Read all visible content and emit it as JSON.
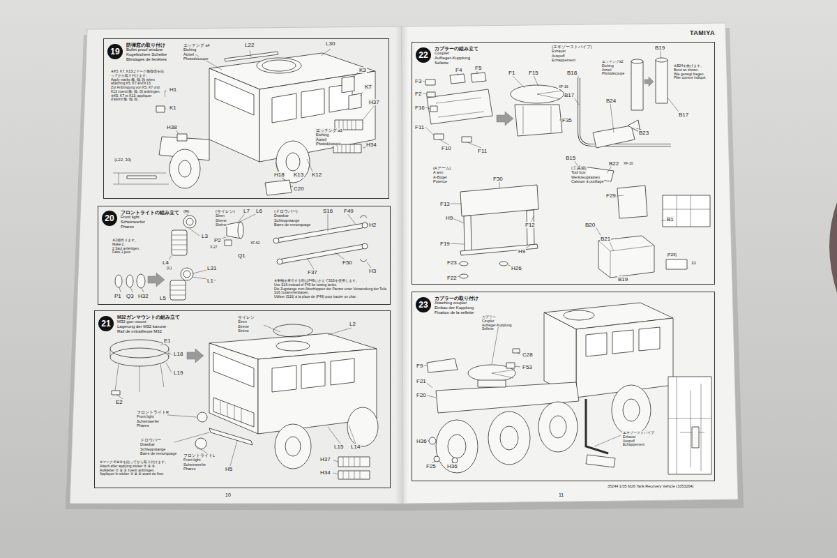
{
  "diagram": {
    "nodes": [
      {
        "text": [
          "防弾窓の取り付け",
          "Bullet proof window",
          "Kugelsichere Scheibe",
          "Blindages de fenêtres"
        ]
      },
      {
        "text": [
          "19"
        ],
        "in": 0
      },
      {
        "text": [
          "フロントライトの組み立て",
          "Front light",
          "Scheinwerfer",
          "Phares"
        ]
      },
      {
        "text": [
          "20"
        ],
        "in": 2
      },
      {
        "text": [
          "M32ガンマウントの組み立て",
          "M32 gun mount",
          "Lagerung der M32 kanone",
          "Rail de mitrailleuse M32"
        ]
      },
      {
        "text": [
          "21"
        ],
        "in": 4
      },
      {
        "text": [
          "カプラーの組み立て",
          "Coupler",
          "Auflieger-Kupplung",
          "Sellette"
        ]
      },
      {
        "text": [
          "22"
        ],
        "in": 6
      },
      {
        "text": [
          "カプラーの取り付け",
          "Attaching coupler",
          "Einbau der Kupplung",
          "Fixation de la sellette"
        ]
      },
      {
        "text": [
          "23"
        ],
        "in": 8
      }
    ],
    "labels": [
      "エッチング a4",
      "Etching",
      "Ätzteil",
      "Photodécoupe",
      "L22",
      "L30",
      "K3",
      "K7",
      "H37",
      "H34",
      "K12",
      "K13",
      "H18",
      "C20",
      "H38",
      "H1",
      "K1",
      "エッチング a3",
      "Etching",
      "Ätzteil",
      "Photodécoupe",
      "(L22, 30)",
      "※K5, K7, K13はマーク⑱⑲⑳を貼ってから取り付けます。",
      "Apply marks ⑱, ⑲, ⑳ when attaching K5, K7 and K13.",
      "Zur Anbringung von K5, K7 und K13 zuerst ⑱, ⑲, ⑳ anbringen.",
      "※K5, K7 et K13: appliquer d'abord ⑱, ⑲, ⑳.",
      "(R)",
      "L4",
      "L3",
      "※2個作ります。",
      "Make 2.",
      "2 Satz anfertigen.",
      "Faire 2 jeux.",
      "P1",
      "Q3",
      "H32",
      "(L)",
      "L5",
      "L31",
      "L1",
      "(サイレン)",
      "Siren",
      "Sirene",
      "Sirène",
      "L7",
      "L6",
      "P2",
      "X-27",
      "Q1",
      "XF-62",
      "(ドロウバー)",
      "Drawbar",
      "Schleppstange",
      "Barre de remorquage",
      "S16",
      "F49",
      "H2",
      "F50",
      "F37",
      "H3",
      "※車輌を牽引する時はF49にかえてS16を使用します。",
      "Use S16 instead of F49 for towing tanks.",
      "Die Zugstange zum Abschleppen der Panzer unter Verwendung der Teile S16 zusammenbauen.",
      "Utiliser (S16) à la place de (F49) pour tracter un char.",
      "E1",
      "L18",
      "L19",
      "E2",
      "サイレン",
      "Siren",
      "Sirene",
      "Sirène",
      "L2",
      "フロントライトR",
      "Front light",
      "Scheinwerfer",
      "Phares",
      "ドロウバー",
      "Drawbar",
      "Schleppstange",
      "Barre de remorquage",
      "フロントライトL",
      "Front light",
      "Scheinwerfer",
      "Phares",
      "H5",
      "L15",
      "L14",
      "H37",
      "H34",
      "※マーク⑦⑧⑨を貼ってから取り付けます。",
      "Attach after applying sticker ⑦ ⑧ ⑨.",
      "Aufkleber ⑦ ⑧ ⑨ zuerst anbringen.",
      "Appliquer le sticker ⑦ ⑧ ⑨ avant de fixer.",
      "10",
      "TAMIYA",
      "F4",
      "F5",
      "F3",
      "F2",
      "F16",
      "F11",
      "F10",
      "F11",
      "F1",
      "F15",
      "F35",
      "(エキゾーストパイプ)",
      "Exhaust",
      "Auspuff",
      "Echappement",
      "エッチングa2",
      "Etching",
      "Ätzteil",
      "Photodécoupe",
      "B19",
      "B18",
      "XF-16",
      "B17",
      "B24",
      "B23",
      "B15",
      "B22",
      "XF-10",
      "B17",
      "※B24を曲げます。",
      "Bend as shown.",
      "Wie gezeigt biegen.",
      "Plier comme indiqué.",
      "(Aアーム)",
      "A arm",
      "A-Bügel",
      "Potence",
      "F30",
      "F13",
      "H9",
      "F12",
      "F19",
      "H9",
      "F23",
      "H26",
      "F22",
      "(工具箱)",
      "Tool box",
      "Werkzeugkasten",
      "Caisson à outillage",
      "F29",
      "B1",
      "B20",
      "B21",
      "B19",
      "(F29)",
      "33",
      "カプラー",
      "Coupler",
      "Auflieger-Kupplung",
      "Sellette",
      "C28",
      "F9",
      "F53",
      "F21",
      "F20",
      "H36",
      "F25",
      "H36",
      "エキゾーストパイプ",
      "Exhaust",
      "Auspuff",
      "Echappement",
      "35244 1/35 M26 Tank Recovery Vehicle (1053264)",
      "11"
    ]
  }
}
